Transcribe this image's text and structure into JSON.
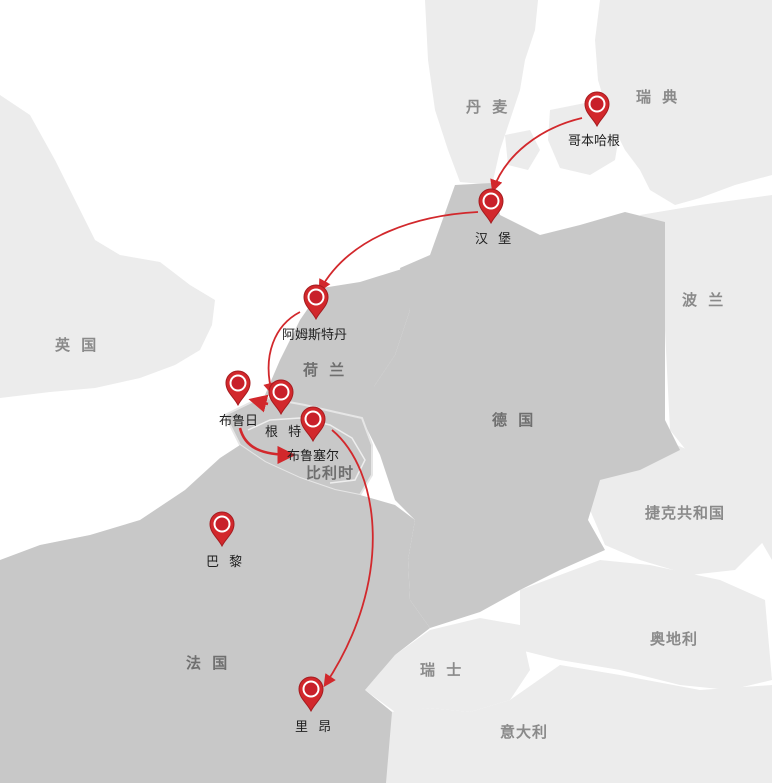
{
  "countries": {
    "denmark": "丹 麦",
    "sweden": "瑞 典",
    "uk": "英 国",
    "poland": "波 兰",
    "netherlands": "荷 兰",
    "germany": "德 国",
    "belgium": "比利时",
    "czech": "捷克共和国",
    "france": "法 国",
    "austria": "奥地利",
    "switzerland": "瑞 士",
    "italy": "意大利"
  },
  "cities": {
    "copenhagen": "哥本哈根",
    "hamburg": "汉 堡",
    "amsterdam": "阿姆斯特丹",
    "bruges": "布鲁日",
    "ghent": "根 特",
    "brussels": "布鲁塞尔",
    "paris": "巴 黎",
    "lyon": "里 昂"
  },
  "route": [
    "copenhagen",
    "hamburg",
    "amsterdam",
    "ghent",
    "bruges",
    "brussels",
    "lyon"
  ],
  "colors": {
    "route": "#d2282c",
    "pin": "#d2282c",
    "land_highlight": "#c8c8c8",
    "land_other": "#ececec",
    "sea": "#ffffff"
  }
}
